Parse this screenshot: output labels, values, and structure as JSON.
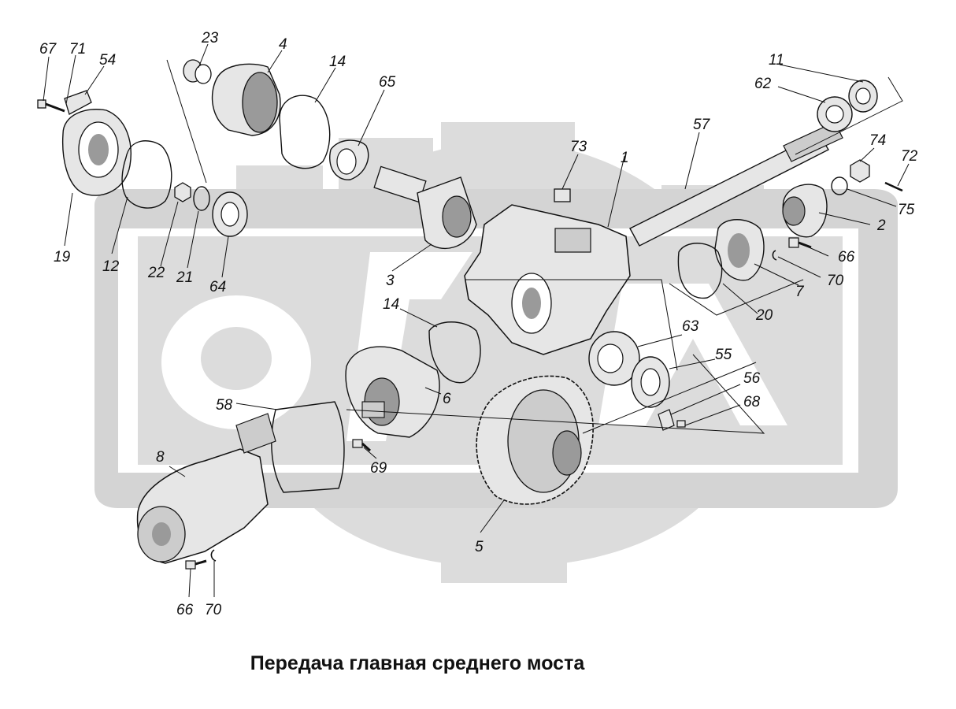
{
  "title": "Передача главная среднего моста",
  "colors": {
    "watermark": "#dcdcdc",
    "ink": "#111111",
    "part_fill": "#e6e6e6",
    "part_shade": "#9a9a9a"
  },
  "icons": [
    "gear-watermark-icon",
    "logo-watermark-icon"
  ],
  "callouts": [
    "67",
    "71",
    "54",
    "23",
    "4",
    "14",
    "65",
    "11",
    "62",
    "57",
    "73",
    "1",
    "74",
    "72",
    "75",
    "2",
    "66",
    "70",
    "20",
    "7",
    "63",
    "55",
    "56",
    "68",
    "19",
    "12",
    "22",
    "21",
    "64",
    "3",
    "14",
    "6",
    "58",
    "69",
    "8",
    "5",
    "66",
    "70"
  ]
}
